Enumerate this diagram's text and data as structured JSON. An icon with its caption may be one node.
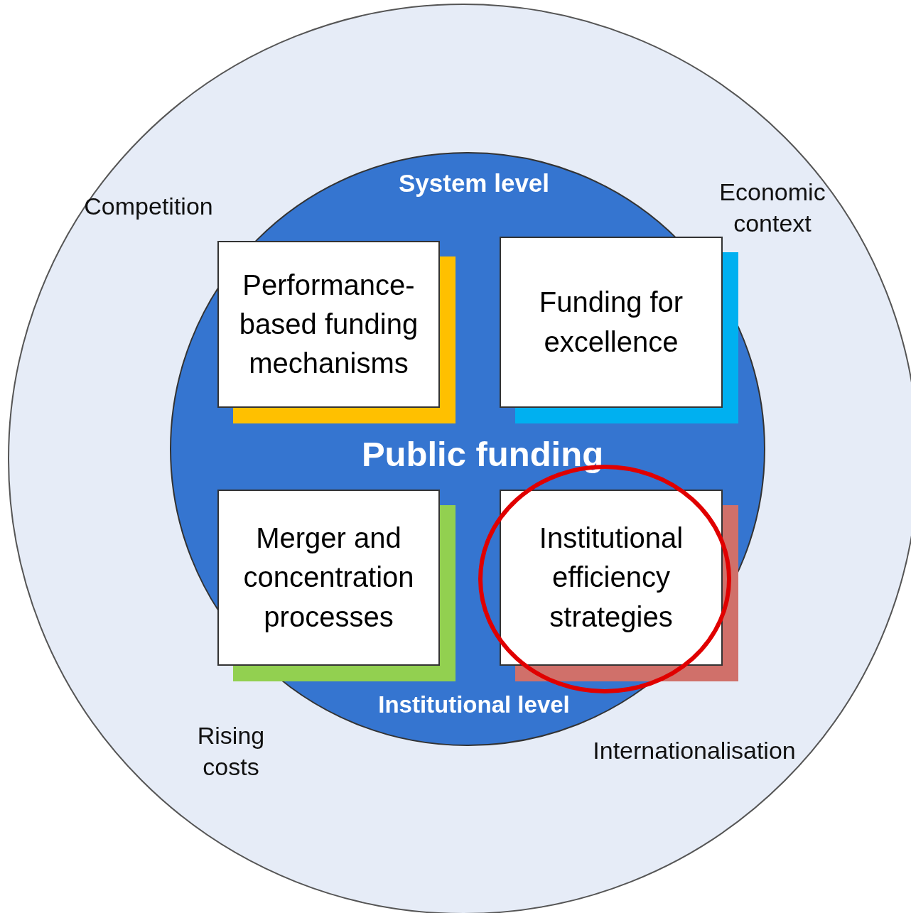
{
  "diagram": {
    "nodes": [
      {
        "text": [
          "Competition",
          "Economic context",
          "Rising costs",
          "Internationalisation"
        ]
      },
      {
        "text": [
          "System level",
          "Public funding",
          "Institutional level"
        ],
        "in": 0
      },
      {
        "text": [
          "Performance-based funding mechanisms"
        ],
        "in": 1
      },
      {
        "text": [
          "Funding for excellence"
        ],
        "in": 1
      },
      {
        "text": [
          "Merger and concentration processes"
        ],
        "in": 1
      },
      {
        "text": [
          "Institutional efficiency strategies"
        ],
        "in": 1
      }
    ]
  }
}
